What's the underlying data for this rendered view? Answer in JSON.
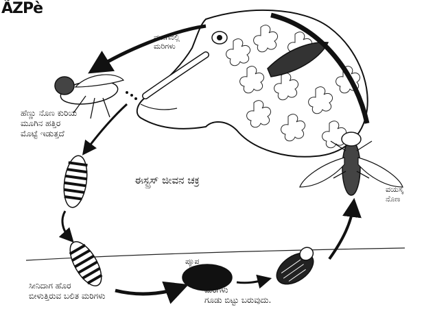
{
  "corner_mark": "ÃZPè",
  "title": "ಈಸ್ಟ್ರಸ್ ಜೀವನ ಚಕ್ರ",
  "labels": {
    "nose": [
      "ಮೂಗಿನಲ್ಲಿ",
      "ಮರಿಗಳು"
    ],
    "fly_lay": [
      "ಹೆಣ್ಣು ನೊಣ ಕುರಿಯ",
      "ಮೂಗಿನ ಹತ್ತಿರ",
      "ಮೊಟ್ಟೆ ಇಡುತ್ತದೆ"
    ],
    "ground": [
      "ಸೀನಿದಾಗ ಹೊರ",
      "ಬೀಳುತ್ತಿರುವ ಬಲಿತ ಮರಿಗಳು"
    ],
    "pupa": "ಪ್ಯೂಪ",
    "emerge": [
      "ಮರಿಗಳು",
      "ಗೂಡು ಬಿಟ್ಟು ಬರುವುದು."
    ],
    "adult": [
      "ವಯಸ್ಕ",
      "ನೊಣ"
    ]
  }
}
